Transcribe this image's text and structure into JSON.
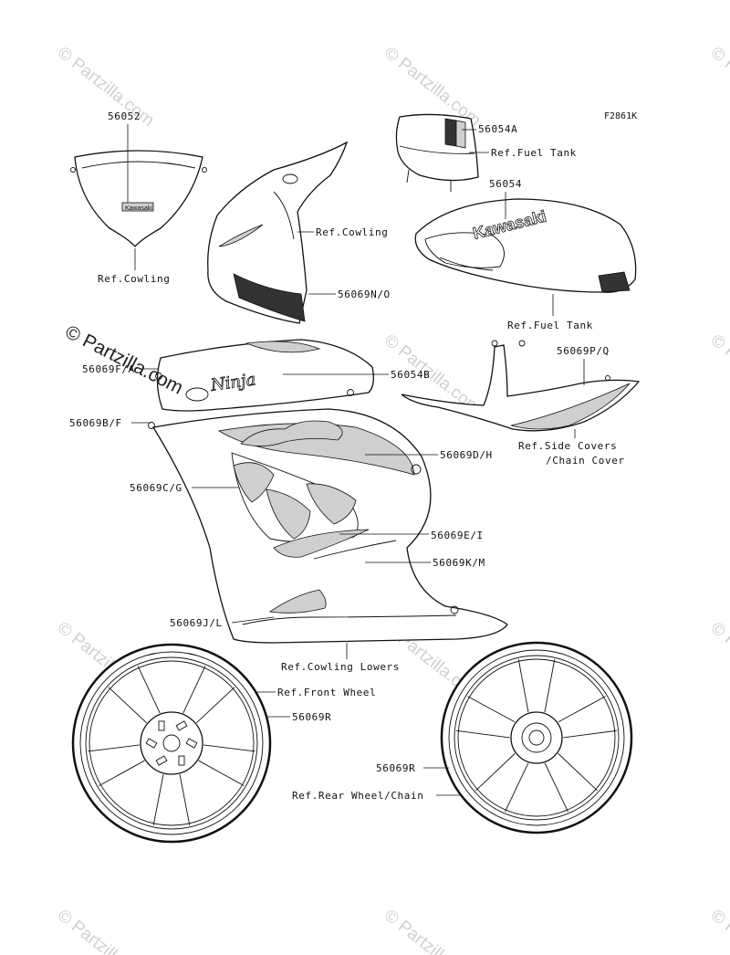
{
  "figure_code": "F2861K",
  "watermark": {
    "text": "© Partzilla.com"
  },
  "callouts": {
    "windshield_decal": "56052",
    "ref_cowling_windshield": "Ref.Cowling",
    "ref_cowling_upper": "Ref.Cowling",
    "upper_cowl_decal": "56069N/O",
    "tank_cover_decal": "56054A",
    "ref_fuel_tank_top": "Ref.Fuel Tank",
    "tank_decal": "56054",
    "ref_fuel_tank": "Ref.Fuel Tank",
    "side_panel_decal_a": "56069F/A",
    "ninja_decal": "56054B",
    "side_panel_decal_b": "56069B/F",
    "side_cover_decal": "56069P/Q",
    "ref_side_covers": "Ref.Side Covers",
    "ref_chain_cover": "/Chain Cover",
    "cowl_decal_dh": "56069D/H",
    "cowl_decal_cg": "56069C/G",
    "cowl_decal_ei": "56069E/I",
    "cowl_decal_km": "56069K/M",
    "cowl_decal_jl": "56069J/L",
    "ref_cowling_lowers": "Ref.Cowling Lowers",
    "ref_front_wheel": "Ref.Front Wheel",
    "front_wheel_decal": "56069R",
    "rear_wheel_decal": "56069R",
    "ref_rear_wheel": "Ref.Rear Wheel/Chain"
  },
  "decal_text": {
    "kawasaki": "Kawasaki",
    "ninja": "Ninja"
  }
}
